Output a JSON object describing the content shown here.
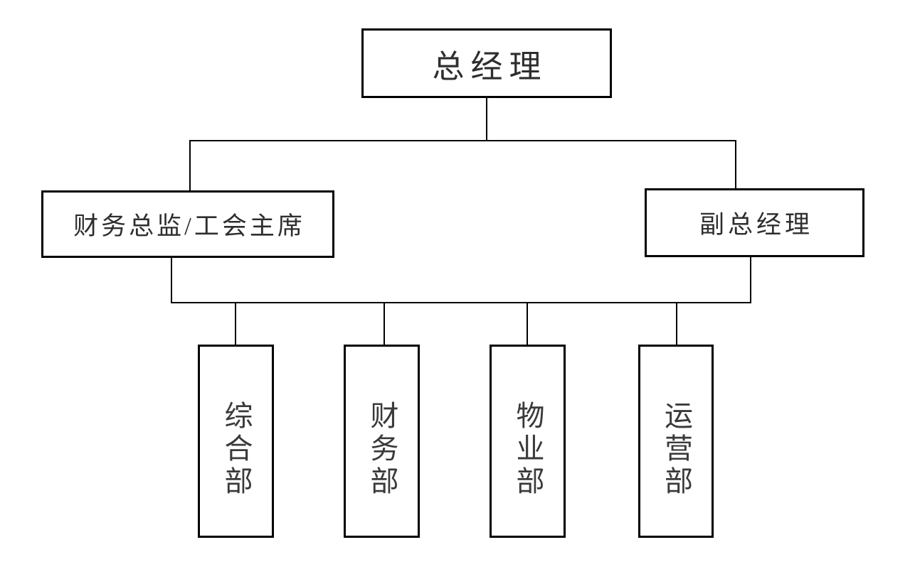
{
  "diagram": {
    "type": "org-chart",
    "background_color": "#ffffff",
    "line_color": "#000000",
    "box_border_color": "#000000",
    "text_color": "#2e2e2e",
    "nodes": {
      "root": {
        "label": "总经理"
      },
      "level2_left": {
        "label": "财务总监/工会主席"
      },
      "level2_right": {
        "label": "副总经理"
      },
      "dept_1": {
        "label": "综合部"
      },
      "dept_2": {
        "label": "财务部"
      },
      "dept_3": {
        "label": "物业部"
      },
      "dept_4": {
        "label": "运营部"
      }
    },
    "hierarchy": [
      {
        "parent": "总经理",
        "children": [
          "财务总监/工会主席",
          "副总经理"
        ]
      },
      {
        "parents": [
          "财务总监/工会主席",
          "副总经理"
        ],
        "children": [
          "综合部",
          "财务部",
          "物业部",
          "运营部"
        ]
      }
    ]
  }
}
